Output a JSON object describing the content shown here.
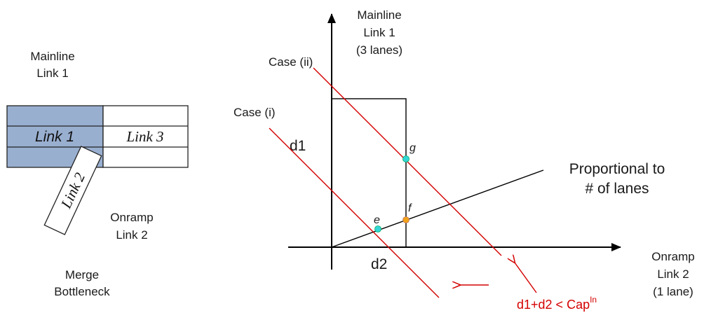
{
  "left": {
    "mainline_line1": "Mainline",
    "mainline_line2": "Link 1",
    "link1": "Link 1",
    "link2": "Link 2",
    "link3": "Link 3",
    "onramp_line1": "Onramp",
    "onramp_line2": "Link 2",
    "merge_line1": "Merge",
    "merge_line2": "Bottleneck",
    "link1_fill": "#99afd0"
  },
  "graph": {
    "y_axis_line1": "Mainline",
    "y_axis_line2": "Link 1",
    "y_axis_line3": "(3 lanes)",
    "x_axis_line1": "Onramp",
    "x_axis_line2": "Link 2",
    "x_axis_line3": "(1 lane)",
    "d1": "d1",
    "d2": "d2",
    "case_ii": "Case (ii)",
    "case_i": "Case (i)",
    "point_g": "g",
    "point_f": "f",
    "point_e": "e",
    "proportional_line1": "Proportional to",
    "proportional_line2": "# of lanes",
    "constraint_main": "d1+d2 < Cap",
    "constraint_sup": "In",
    "constraint_color": "#d40000",
    "point_cyan": "#33d6d6",
    "point_orange": "#f2a21a"
  }
}
